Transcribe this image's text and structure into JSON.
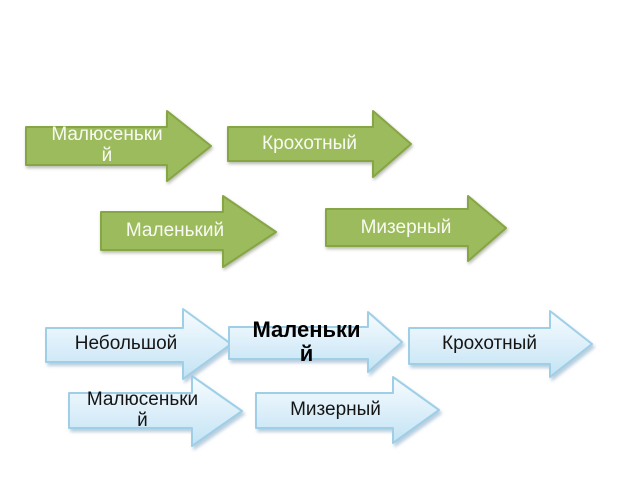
{
  "slide": {
    "background": "#ffffff"
  },
  "palette": {
    "slide_bg": "#ffffff",
    "green_fill": "#9cbb5d",
    "green_border": "#86a544",
    "green_text": "#f8faf2",
    "blue_border": "#9fcfe7",
    "blue_fill_top": "#f7fcfe",
    "blue_fill_mid": "#ddeffa",
    "blue_fill_bottom": "#c2e3f3",
    "blue_text": "#151515"
  },
  "green_arrows": [
    {
      "label": "Малюсеньки\nй"
    },
    {
      "label": "Крохотный"
    },
    {
      "label": "Маленький"
    },
    {
      "label": "Мизерный"
    }
  ],
  "blue_arrows": [
    {
      "label": "Небольшой"
    },
    {
      "label": "Маленьки\nй",
      "emphasis": "bold"
    },
    {
      "label": "Крохотный"
    },
    {
      "label": "Малюсеньки\nй"
    },
    {
      "label": "Мизерный"
    }
  ]
}
